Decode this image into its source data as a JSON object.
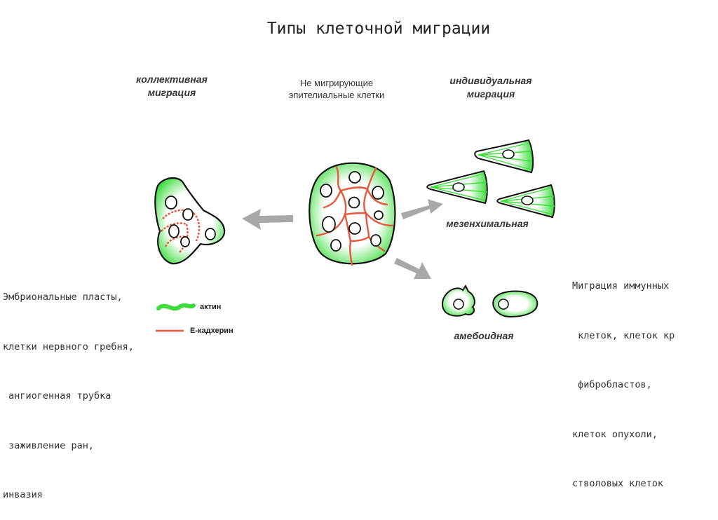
{
  "title": "Типы клеточной миграции",
  "labels": {
    "collective": [
      "коллективная",
      "миграция"
    ],
    "non_migrating": [
      "Не мигрирующие",
      "эпителиальные клетки"
    ],
    "individual": [
      "индивидуальная",
      "миграция"
    ],
    "mesenchymal": "мезенхимальная",
    "amoeboid": "амебоидная"
  },
  "left_note": [
    "Эмбриональные пласты,",
    "клетки нервного гребня,",
    " ангиогенная трубка",
    " заживление ран,",
    "инвазия"
  ],
  "right_note": [
    "Миграция иммунных",
    " клеток, клеток кр",
    " фибробластов,",
    "клеток опухоли,",
    "стволовых клеток"
  ],
  "legend": {
    "actin": "актин",
    "cadherin": "Е-кадхерин"
  },
  "colors": {
    "actin_green": "#3ddc3d",
    "cadherin_red": "#e8573a",
    "arrow_gray": "#a8a8a8",
    "outline": "#111111"
  }
}
